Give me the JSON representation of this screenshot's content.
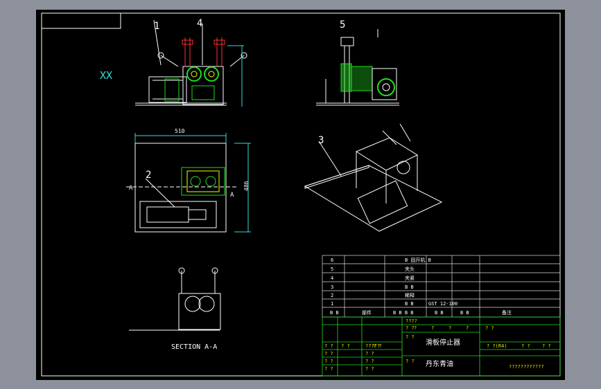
{
  "window": {
    "background": "#8c919c",
    "canvas_bg": "#000000"
  },
  "colors": {
    "outline": "#ffffff",
    "part_green": "#22dd22",
    "part_red": "#ff3030",
    "dimension": "#33dddd",
    "bom_line": "#dddddd",
    "yellow": "#e6e600"
  },
  "views": {
    "front": {
      "callout_1": "1",
      "callout_4": "4",
      "marker": "XX"
    },
    "side": {
      "callout_5": "5"
    },
    "top": {
      "dim_width": "510",
      "dim_height": "486",
      "callout_2": "2",
      "section_mark_left": "A",
      "section_mark_right": "A"
    },
    "iso": {
      "callout_3": "3"
    },
    "section": {
      "label": "SECTION  A-A"
    }
  },
  "bom": {
    "rows": [
      {
        "no": "6",
        "name": "B 固开机 B",
        "note": ""
      },
      {
        "no": "5",
        "name": "夹头",
        "note": ""
      },
      {
        "no": "4",
        "name": "夹紧",
        "note": ""
      },
      {
        "no": "3",
        "name": "B B",
        "note": ""
      },
      {
        "no": "2",
        "name": "稀释",
        "note": ""
      },
      {
        "no": "1",
        "name": "B B",
        "note": "GST 12-100"
      }
    ],
    "header": {
      "c1": "B B",
      "c2": "部件",
      "c3": "B B B B",
      "c4": "B B",
      "c5": "B B",
      "c6": "备注"
    }
  },
  "title_block": {
    "row_a": "????",
    "row_b": "? ?",
    "row_c": "? ?",
    "drawing_title": "滑板停止器",
    "drawing_no": "丹东青油",
    "cells_left": [
      "? ?",
      "? ?",
      "?????",
      "? ?",
      "? ?",
      "? ?",
      "? ?",
      "? ?",
      "? ?"
    ],
    "scale_label": "? ?(R4)",
    "scale_vals": [
      "? ?",
      "? ?"
    ],
    "school": "????????????",
    "mid_vals": [
      "? ?",
      "? ?",
      "? ?"
    ],
    "mid_row": [
      "?",
      "?",
      "?",
      "?"
    ]
  }
}
